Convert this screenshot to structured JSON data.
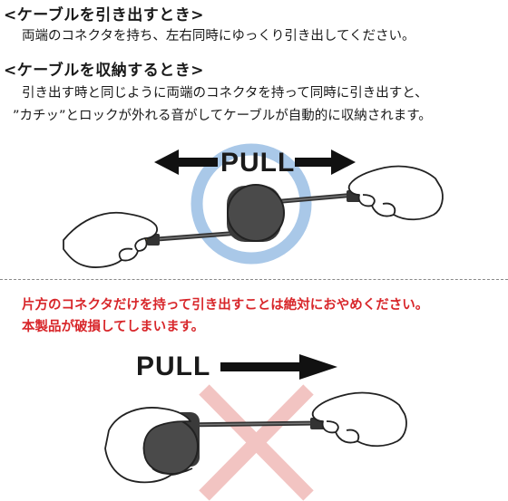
{
  "section_pull": {
    "heading": "<ケーブルを引き出すとき>",
    "text": "両端のコネクタを持ち、左右同時にゆっくり引き出してください。"
  },
  "section_retract": {
    "heading": "<ケーブルを収納するとき>",
    "text_line1": "引き出す時と同じように両端のコネクタを持って同時に引き出すと、",
    "text_line2": "”カチッ”とロックが外れる音がしてケーブルが自動的に収納されます。"
  },
  "correct_illustration": {
    "pull_label": "PULL",
    "highlight_color": "#a9c8e8"
  },
  "warning": {
    "line1": "片方のコネクタだけを持って引き出すことは絶対におやめください。",
    "line2": "本製品が破損してしまいます。",
    "color": "#d8262a"
  },
  "wrong_illustration": {
    "pull_label": "PULL",
    "cross_color": "#f2c4c2"
  }
}
